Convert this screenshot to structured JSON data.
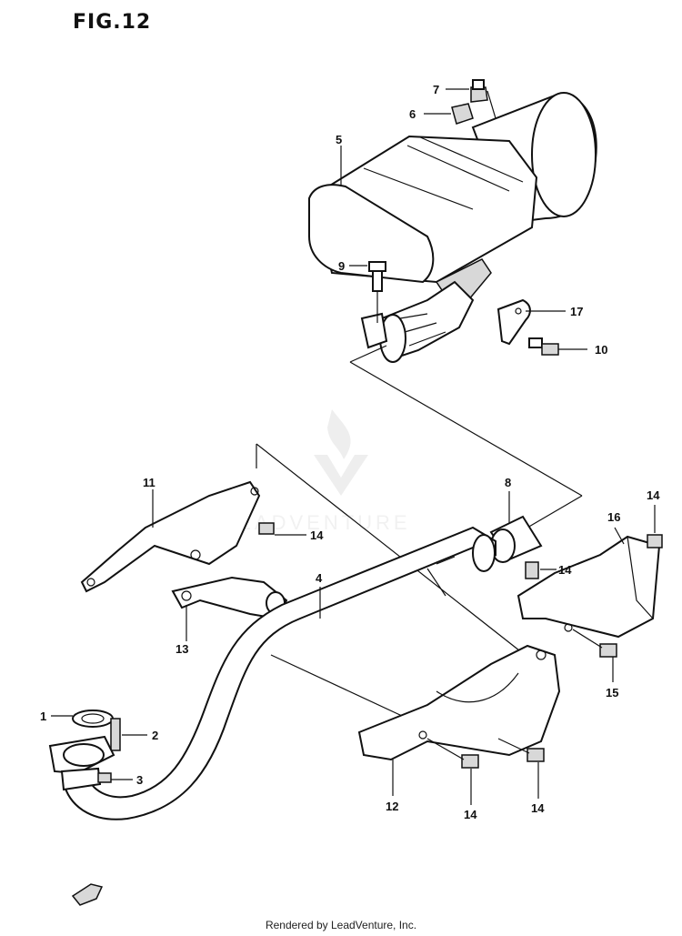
{
  "figure": {
    "title": "FIG.12"
  },
  "watermark": {
    "text": "LEADVENTURE"
  },
  "footer": {
    "text": "Rendered by LeadVenture, Inc."
  },
  "callouts": {
    "c1": "1",
    "c2": "2",
    "c3": "3",
    "c4": "4",
    "c5": "5",
    "c6": "6",
    "c7": "7",
    "c8": "8",
    "c9": "9",
    "c10": "10",
    "c11": "11",
    "c12": "12",
    "c13": "13",
    "c14a": "14",
    "c14b": "14",
    "c14c": "14",
    "c14d": "14",
    "c14e": "14",
    "c15": "15",
    "c16": "16",
    "c17": "17"
  },
  "colors": {
    "ink": "#111111",
    "paper": "#ffffff",
    "shade": "#d8d8d8",
    "watermark": "#d9d9d9"
  }
}
